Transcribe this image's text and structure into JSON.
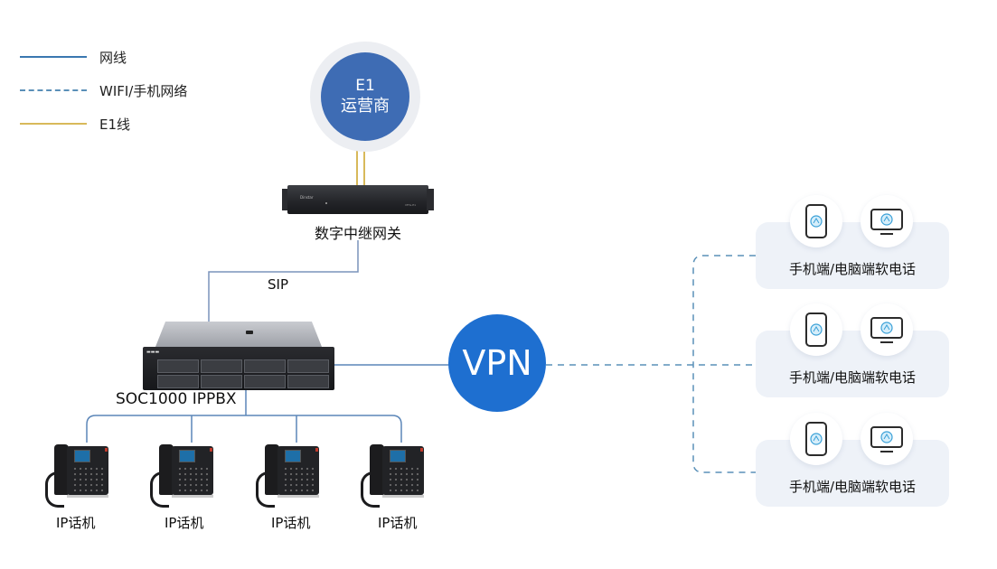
{
  "legend": [
    {
      "style": "solid",
      "label": "网线",
      "color": "#3a78b0"
    },
    {
      "style": "dashed",
      "label": "WIFI/手机网络",
      "color": "#5a90b8"
    },
    {
      "style": "solid",
      "label": "E1线",
      "color": "#d8b95a"
    }
  ],
  "operator": {
    "line1": "E1",
    "line2": "运营商",
    "color": "#3e6cb4"
  },
  "gateway": {
    "label": "数字中继网关",
    "brand": "Dinstar",
    "model": "MTG-E1"
  },
  "link_sip": {
    "label": "SIP"
  },
  "pbx": {
    "label": "SOC1000 IPPBX"
  },
  "vpn": {
    "label": "VPN",
    "color": "#1e6fd0"
  },
  "ip_phones": [
    {
      "label": "IP话机"
    },
    {
      "label": "IP话机"
    },
    {
      "label": "IP话机"
    },
    {
      "label": "IP话机"
    }
  ],
  "softphones": [
    {
      "label": "手机端/电脑端软电话",
      "icons": [
        "mobile-phone-icon",
        "desktop-monitor-icon"
      ]
    },
    {
      "label": "手机端/电脑端软电话",
      "icons": [
        "mobile-phone-icon",
        "desktop-monitor-icon"
      ]
    },
    {
      "label": "手机端/电脑端软电话",
      "icons": [
        "mobile-phone-icon",
        "desktop-monitor-icon"
      ]
    }
  ]
}
